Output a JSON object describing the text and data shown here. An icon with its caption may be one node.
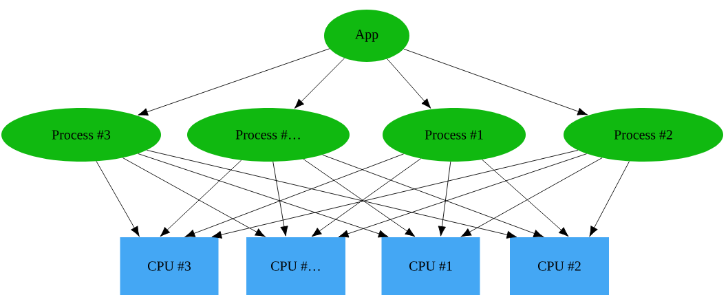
{
  "diagram": {
    "nodes": [
      {
        "text": [
          "App"
        ]
      },
      {
        "text": [
          "Process #3"
        ]
      },
      {
        "text": [
          "Process #…"
        ]
      },
      {
        "text": [
          "Process #1"
        ]
      },
      {
        "text": [
          "Process #2"
        ]
      },
      {
        "text": [
          "CPU #3"
        ]
      },
      {
        "text": [
          "CPU #…"
        ]
      },
      {
        "text": [
          "CPU #1"
        ]
      },
      {
        "text": [
          "CPU #2"
        ]
      }
    ],
    "edges": [
      {
        "from": 0,
        "to": 1,
        "arrow": "to"
      },
      {
        "from": 0,
        "to": 2,
        "arrow": "to"
      },
      {
        "from": 0,
        "to": 3,
        "arrow": "to"
      },
      {
        "from": 0,
        "to": 4,
        "arrow": "to"
      },
      {
        "from": 1,
        "to": 5,
        "arrow": "to"
      },
      {
        "from": 1,
        "to": 6,
        "arrow": "to"
      },
      {
        "from": 1,
        "to": 7,
        "arrow": "to"
      },
      {
        "from": 1,
        "to": 8,
        "arrow": "to"
      },
      {
        "from": 2,
        "to": 5,
        "arrow": "to"
      },
      {
        "from": 2,
        "to": 6,
        "arrow": "to"
      },
      {
        "from": 2,
        "to": 7,
        "arrow": "to"
      },
      {
        "from": 2,
        "to": 8,
        "arrow": "to"
      },
      {
        "from": 3,
        "to": 5,
        "arrow": "to"
      },
      {
        "from": 3,
        "to": 6,
        "arrow": "to"
      },
      {
        "from": 3,
        "to": 7,
        "arrow": "to"
      },
      {
        "from": 3,
        "to": 8,
        "arrow": "to"
      },
      {
        "from": 4,
        "to": 5,
        "arrow": "to"
      },
      {
        "from": 4,
        "to": 6,
        "arrow": "to"
      },
      {
        "from": 4,
        "to": 7,
        "arrow": "to"
      },
      {
        "from": 4,
        "to": 8,
        "arrow": "to"
      }
    ]
  }
}
